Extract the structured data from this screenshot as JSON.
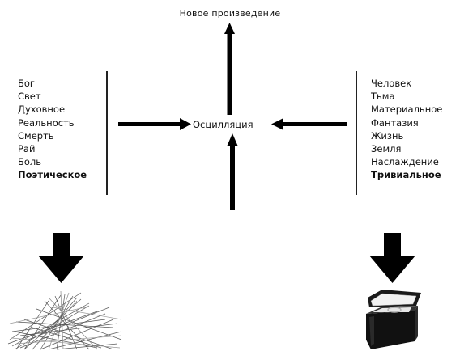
{
  "diagram": {
    "top_label": "Новое произведение",
    "center_label": "Осцилляция",
    "left_list": [
      "Бог",
      "Свет",
      "Духовное",
      "Реальность",
      "Смерть",
      "Рай",
      "Боль"
    ],
    "left_final": "Поэтическое",
    "right_list": [
      "Человек",
      "Тьма",
      "Материальное",
      "Фантазия",
      "Жизнь",
      "Земля",
      "Наслаждение"
    ],
    "right_final": "Тривиальное"
  },
  "images": {
    "left": "hay-pile",
    "right": "ring-box"
  },
  "colors": {
    "ink": "#111111",
    "background": "#ffffff"
  }
}
